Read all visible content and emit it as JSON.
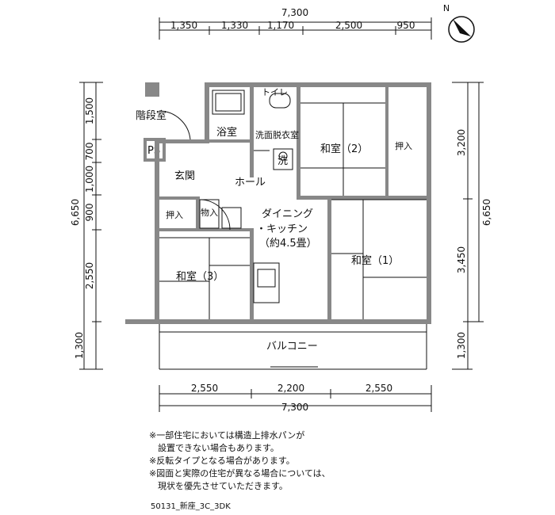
{
  "dimensions": {
    "top_total": "7,300",
    "top_segments": [
      "1,350",
      "1,330",
      "1,170",
      "2,500",
      "950"
    ],
    "bottom_segments": [
      "2,550",
      "2,200",
      "2,550"
    ],
    "bottom_total": "7,300",
    "left_total": "6,650",
    "left_segments": [
      "1,500",
      "700",
      "1,000",
      "900",
      "2,550",
      "1,300"
    ],
    "right_total": "6,650",
    "right_segments": [
      "3,200",
      "3,450",
      "1,300"
    ]
  },
  "rooms": {
    "stairwell": "階段室",
    "ps": "PS",
    "bath": "浴室",
    "toilet": "トイレ",
    "washroom": "洗面脱衣室",
    "washer": "洗",
    "entrance": "玄関",
    "hall": "ホール",
    "washitsu2": "和室（2）",
    "oshiire_right": "押入",
    "oshiire_left": "押入",
    "storage": "物入",
    "dk_line1": "ダイニング",
    "dk_line2": "・キッチン",
    "dk_line3": "（約4.5畳）",
    "washitsu1": "和室（1）",
    "washitsu3": "和室（3）",
    "balcony": "バルコニー",
    "compass_north": "N"
  },
  "notes": [
    "※一部住宅においては構造上排水パンが",
    "　設置できない場合もあります。",
    "※反転タイプとなる場合があります。",
    "※図面と実際の住宅が異なる場合については、",
    "　現状を優先させていただきます。"
  ],
  "plan_code": "50131_新座_3C_3DK"
}
